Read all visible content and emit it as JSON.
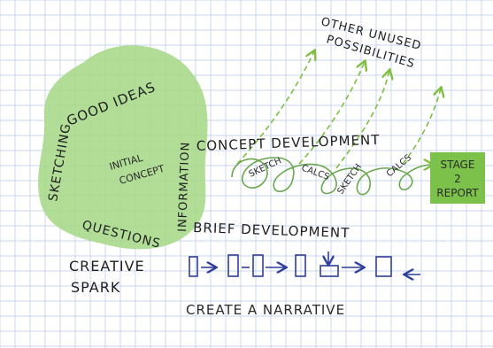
{
  "colors": {
    "paper": "#ffffff",
    "grid": "#b9c7e6",
    "blob": "#a9d98c",
    "dashed_arrow": "#7fbf3f",
    "loop_stroke": "#6aa84f",
    "report_box": "#7cc24a",
    "ink": "#2a2a2a",
    "narrative_ink": "#2f3f9a"
  },
  "labels": {
    "good_ideas": "GOOD IDEAS",
    "sketching": "SKETCHING",
    "questions": "QUESTIONS",
    "information": "INFORMATION",
    "initial": "INITIAL",
    "concept": "CONCEPT",
    "creative": "CREATIVE",
    "spark": "SPARK",
    "concept_development": "CONCEPT DEVELOPMENT",
    "brief_development": "BRIEF DEVELOPMENT",
    "other_unused": "OTHER UNUSED",
    "possibilities": "POSSIBILITIES",
    "sketch_1": "SKETCH",
    "calcs_1": "CALCS",
    "sketch_2": "SKETCH",
    "calcs_2": "CALCS",
    "stage": "STAGE",
    "stage_number": "2",
    "report": "REPORT",
    "create_narrative": "CREATE A NARRATIVE"
  }
}
